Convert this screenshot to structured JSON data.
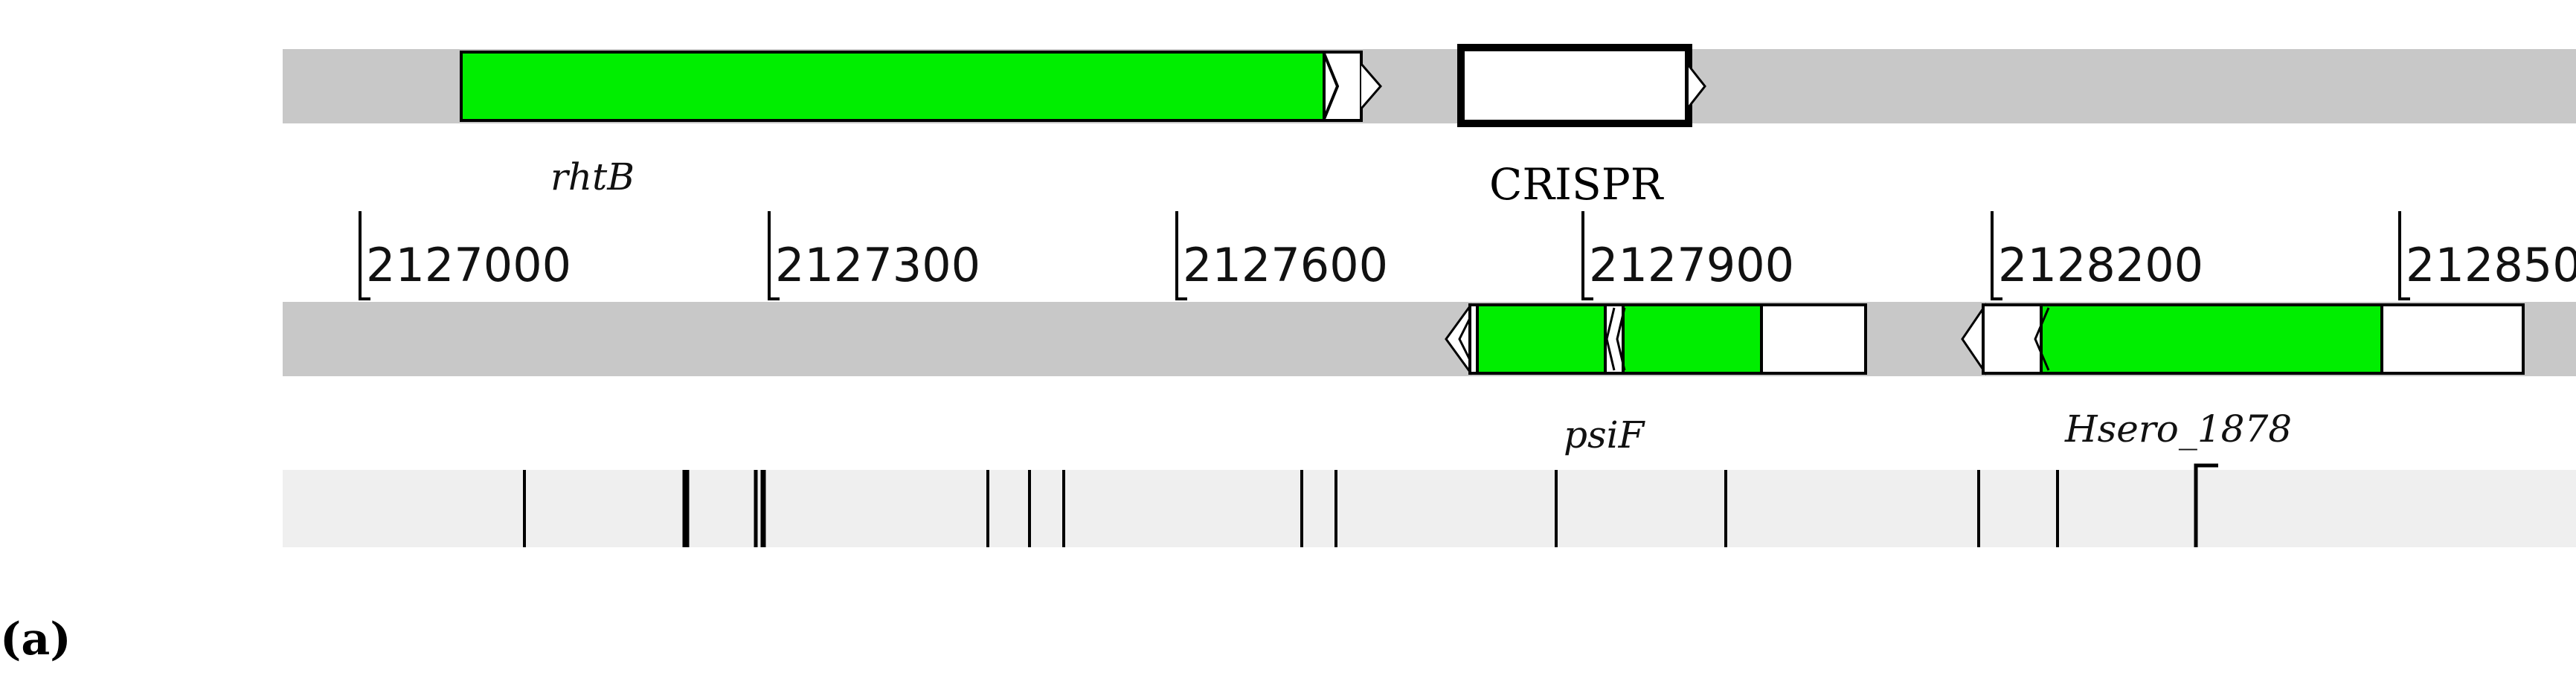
{
  "panel_label": "(a)",
  "colors": {
    "track": "#c8c8c8",
    "marker_track": "#efefef",
    "gene_fill": "#00ee00",
    "outline": "#000000"
  },
  "top_features": {
    "rhtB": "rhtB",
    "crispr": "CRISPR"
  },
  "axis_ticks": [
    "2127000",
    "2127300",
    "2127600",
    "2127900",
    "2128200",
    "212850"
  ],
  "bottom_features": {
    "psiF": "psiF",
    "hsero": "Hsero_1878"
  },
  "marker_count": 16
}
